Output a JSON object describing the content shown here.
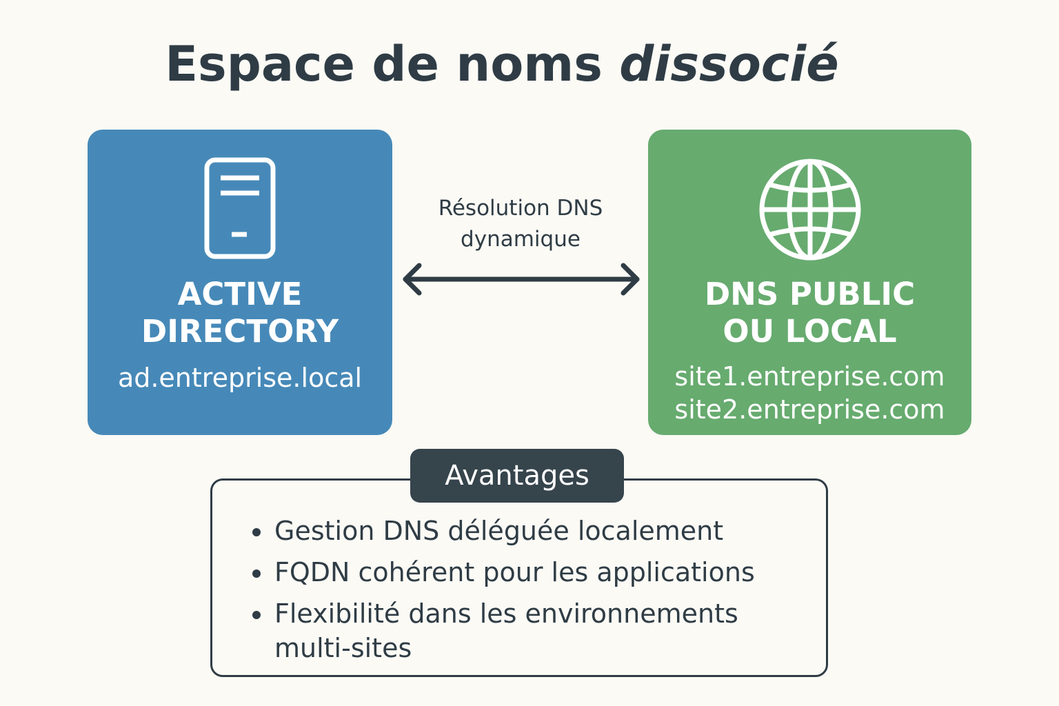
{
  "title": {
    "main": "Espace de noms",
    "emphasis": "dissocié"
  },
  "active_directory": {
    "icon": "server-icon",
    "heading": "ACTIVE\nDIRECTORY",
    "domains": [
      "ad.entreprise.local"
    ],
    "color": "#4689b8"
  },
  "dns": {
    "icon": "globe-icon",
    "heading": "DNS PUBLIC\nOU LOCAL",
    "domains": [
      "site1.entreprise.com",
      "site2.entreprise.com"
    ],
    "color": "#67ab6f"
  },
  "connection": {
    "label": "Résolution DNS\ndynamique",
    "icon": "double-arrow-icon"
  },
  "advantages": {
    "header": "Avantages",
    "items": [
      "Gestion DNS déléguée localement",
      "FQDN cohérent pour les applications",
      "Flexibilité dans les environnements multi-sites"
    ]
  }
}
